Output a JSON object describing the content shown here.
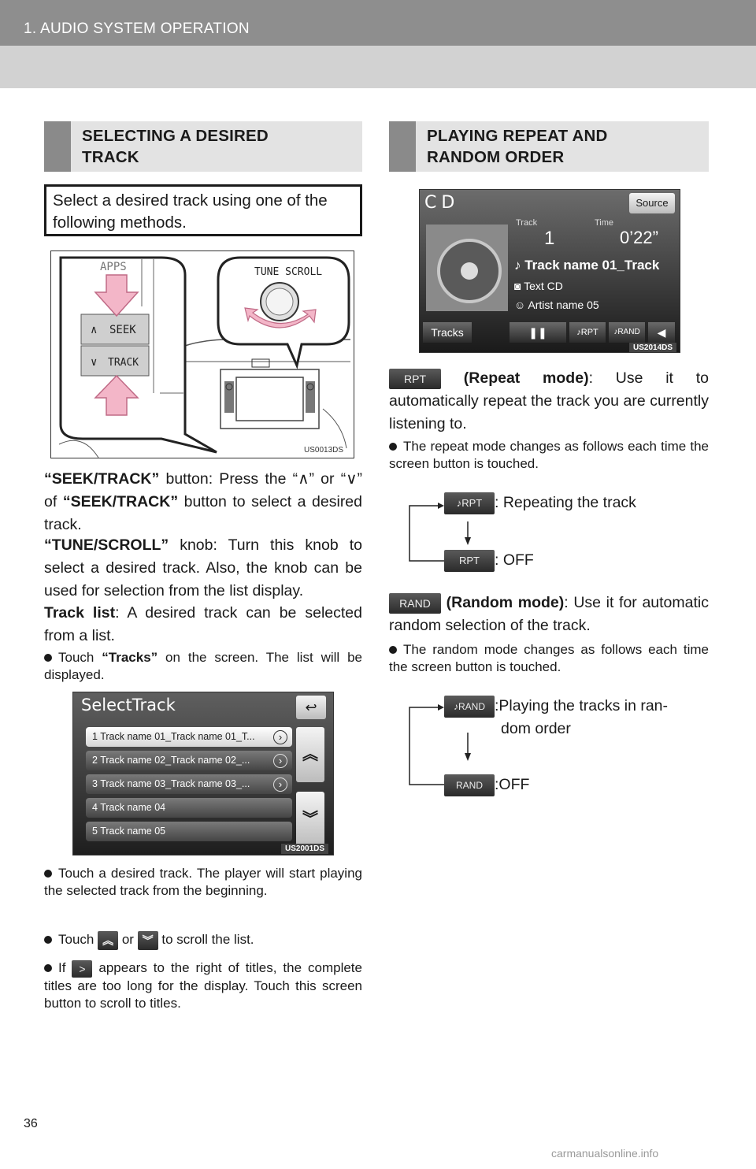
{
  "header": {
    "section": "1. AUDIO SYSTEM OPERATION"
  },
  "left": {
    "heading": "SELECTING A DESIRED TRACK",
    "heading_line1": "SELECTING A DESIRED",
    "heading_line2": "TRACK",
    "intro": "Select a desired track using one of the following methods.",
    "fig1": {
      "apps": "APPS",
      "seek": "SEEK",
      "track": "TRACK",
      "tune_scroll": "TUNE SCROLL",
      "code": "US0013DS"
    },
    "seek_track_label": "“SEEK/TRACK”",
    "seek_track_text1": " button: Press the “",
    "seek_track_text2": "” or “",
    "seek_track_text3": "” of ",
    "seek_track_label2": "“SEEK/TRACK”",
    "seek_track_text4": " button to select a desired track.",
    "tune_label": "“TUNE/SCROLL”",
    "tune_text": " knob: Turn this knob to select a desired track. Also, the knob can be used for selection from the list display.",
    "track_list_label": "Track list",
    "track_list_text": ": A desired track can be selected from a list.",
    "bullet1_a": "Touch ",
    "bullet1_b": "“Tracks”",
    "bullet1_c": " on the screen. The list will be displayed.",
    "fig2": {
      "title": "SelectTrack",
      "rows": [
        "1   Track name 01_Track name 01_T...",
        "2   Track name 02_Track name 02_...",
        "3   Track name 03_Track name 03_...",
        "4   Track name 04",
        "5   Track name 05"
      ],
      "code": "US2001DS"
    },
    "bullet2": "Touch a desired track. The player will start playing the selected track from the beginning.",
    "bullet3_a": "Touch ",
    "bullet3_b": " or ",
    "bullet3_c": " to scroll the list.",
    "bullet4_a": "If ",
    "bullet4_b": " appears to the right of titles, the complete titles are too long for the display. Touch this screen button to scroll to titles."
  },
  "right": {
    "heading_line1": "PLAYING REPEAT AND",
    "heading_line2": "RANDOM ORDER",
    "fig3": {
      "cd": "CD",
      "source": "Source",
      "track_label": "Track",
      "time_label": "Time",
      "track_num": "1",
      "time": "0’22”",
      "track_name": "Track name 01_Track",
      "album": "Text CD",
      "artist": "Artist name 05",
      "tracks_btn": "Tracks",
      "rpt_btn": "RPT",
      "rand_btn": "RAND",
      "code": "US2014DS"
    },
    "rpt_icon": "RPT",
    "repeat_label": " (Repeat mode)",
    "repeat_text": ": Use it to automatically repeat the track you are currently listening to.",
    "repeat_bullet": "The repeat mode changes as follows each time the screen button is touched.",
    "repeat_on": ": Repeating the track",
    "repeat_off": ": OFF",
    "rand_icon": "RAND",
    "random_label": " (Random mode)",
    "random_text": ": Use it for automatic random selection of the track.",
    "random_bullet": "The random mode changes as follows each time the screen button is touched.",
    "random_on_1": ":Playing the tracks in ran-",
    "random_on_2": "dom order",
    "random_off": ":OFF"
  },
  "footer": {
    "page": "36",
    "watermark": "carmanualsonline.info"
  }
}
